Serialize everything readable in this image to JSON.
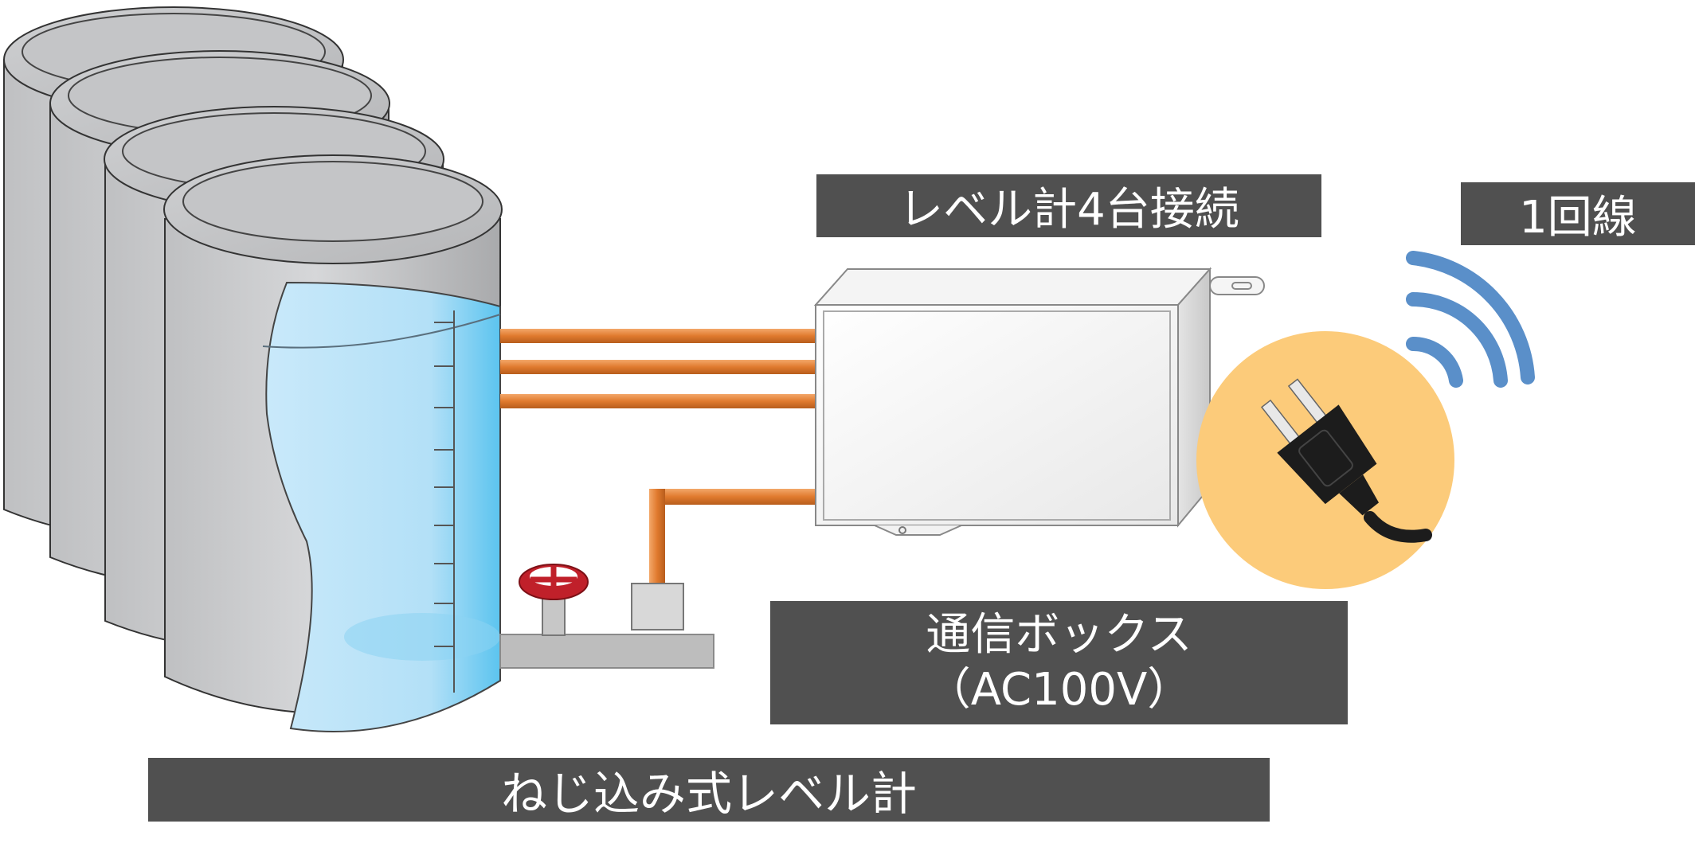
{
  "labels": {
    "level_meter_count": "レベル計4台接続",
    "line_count": "1回線",
    "comm_box_name": "通信ボックス",
    "comm_box_power": "（AC100V）",
    "screw_level_meter": "ねじ込み式レベル計"
  },
  "diagram": {
    "tank_count": 4,
    "cable_count": 4,
    "colors": {
      "label_bg": "#505050",
      "label_text": "#ffffff",
      "cable": "#e07a2e",
      "tank_body": "#c9cacc",
      "water": "#a8d8f3",
      "valve_wheel": "#c0202a",
      "power_circle": "#fccb7a",
      "wifi_signal": "#5a8fc9",
      "plug": "#1c1c1c"
    },
    "icons": [
      "tank-icon",
      "valve-icon",
      "power-plug-icon",
      "wifi-signal-icon",
      "communication-box-icon"
    ]
  }
}
